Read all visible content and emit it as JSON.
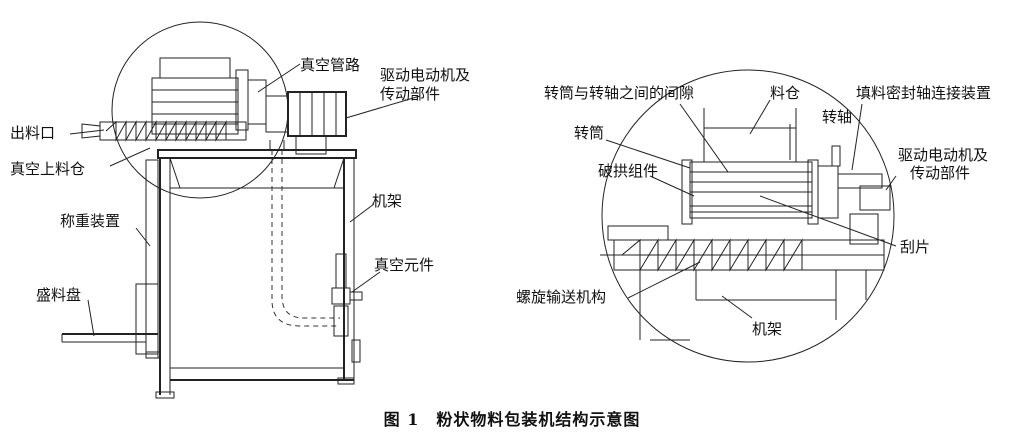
{
  "caption": "图 1　粉状物料包装机结构示意图",
  "left_labels": {
    "vacuum_pipe": "真空管路",
    "drive_motor": "驱动电动机及",
    "drive_motor_line2": "传动部件",
    "discharge": "出料口",
    "vacuum_hopper": "真空上料仓",
    "weighing": "称重装置",
    "frame": "机架",
    "vacuum_element": "真空元件",
    "tray": "盛料盘"
  },
  "right_labels": {
    "gap": "转筒与转轴之间的间隙",
    "bin": "料仓",
    "seal": "填料密封轴连接装置",
    "drum": "转筒",
    "shaft": "转轴",
    "drive_motor": "驱动电动机及",
    "drive_motor_line2": "传动部件",
    "arch_breaker": "破拱组件",
    "scraper": "刮片",
    "screw_conveyor": "螺旋输送机构",
    "frame": "机架"
  }
}
